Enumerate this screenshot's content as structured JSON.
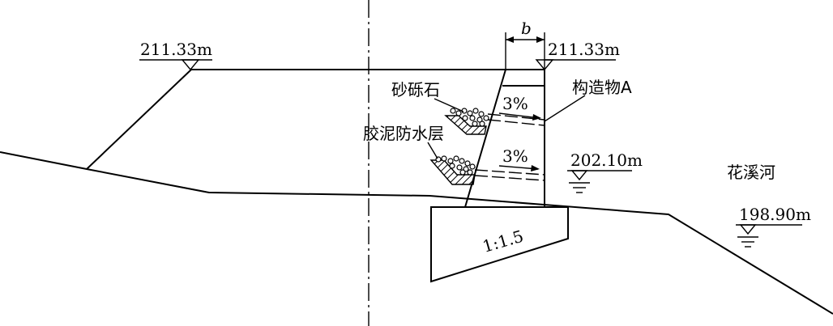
{
  "elevations": {
    "crest_left": "211.33m",
    "crest_right": "211.33m",
    "water_inner": "202.10m",
    "water_river": "198.90m"
  },
  "labels": {
    "width_symbol": "b",
    "gravel": "砂砾石",
    "clay_layer": "胶泥防水层",
    "structure": "构造物A",
    "river": "花溪河",
    "slope_upper": "3%",
    "slope_lower": "3%",
    "base_ratio": "1:1.5"
  }
}
